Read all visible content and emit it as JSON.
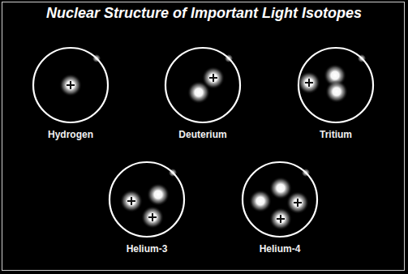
{
  "diagram": {
    "title": "Nuclear Structure of Important Light Isotopes",
    "nodes": [
      {
        "text": [
          "Hydrogen"
        ]
      },
      {
        "text": [
          "Deuterium"
        ]
      },
      {
        "text": [
          "Tritium"
        ]
      },
      {
        "text": [
          "Helium-3"
        ]
      },
      {
        "text": [
          "Helium-4"
        ]
      }
    ]
  }
}
